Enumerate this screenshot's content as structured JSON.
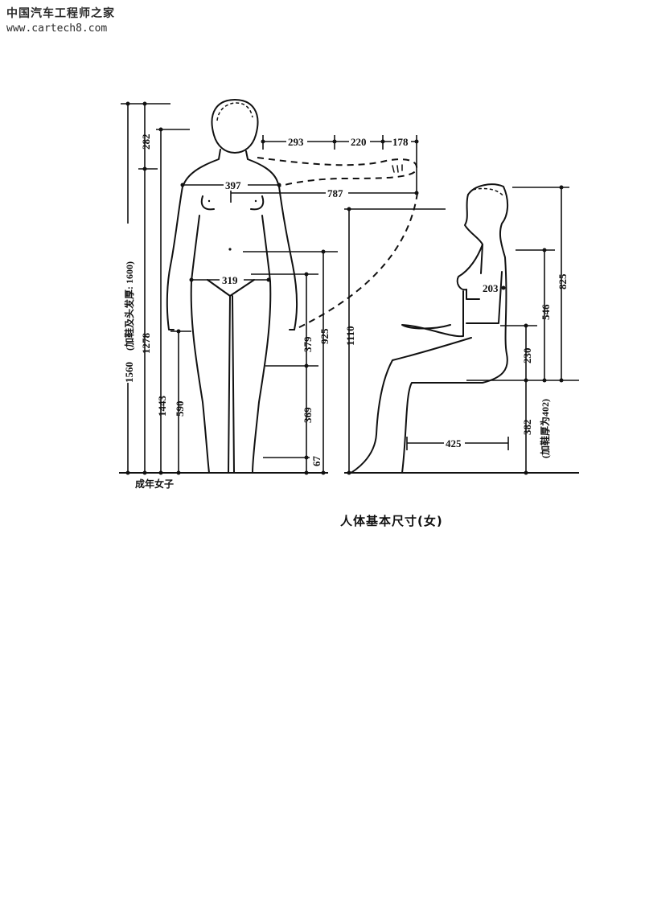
{
  "watermark": {
    "title": "中国汽车工程师之家",
    "url": "www.cartech8.com"
  },
  "figure": {
    "title": "人体基本尺寸(女)",
    "standing_caption": "成年女子",
    "standing": {
      "height_label": "1560",
      "height_note": "(加鞋及头发厚: 1600)",
      "shoulder_height": "1278",
      "eye_height": "1443",
      "head_height": "282",
      "fingertip_height": "590",
      "shoulder_width": "397",
      "hip_width": "319",
      "arm_segment_1": "293",
      "arm_segment_2": "220",
      "arm_segment_3": "178",
      "arm_reach": "787",
      "hip_height": "925",
      "knee_to_hip": "379",
      "ankle_to_knee": "369",
      "ankle_height": "67"
    },
    "seated": {
      "seated_total_height": "1110",
      "seated_height": "825",
      "shoulder_above_seat": "546",
      "elbow_above_seat": "230",
      "chest_depth": "203",
      "seat_height": "382",
      "seat_height_note": "(加鞋厚为402)",
      "thigh_depth": "425"
    }
  }
}
